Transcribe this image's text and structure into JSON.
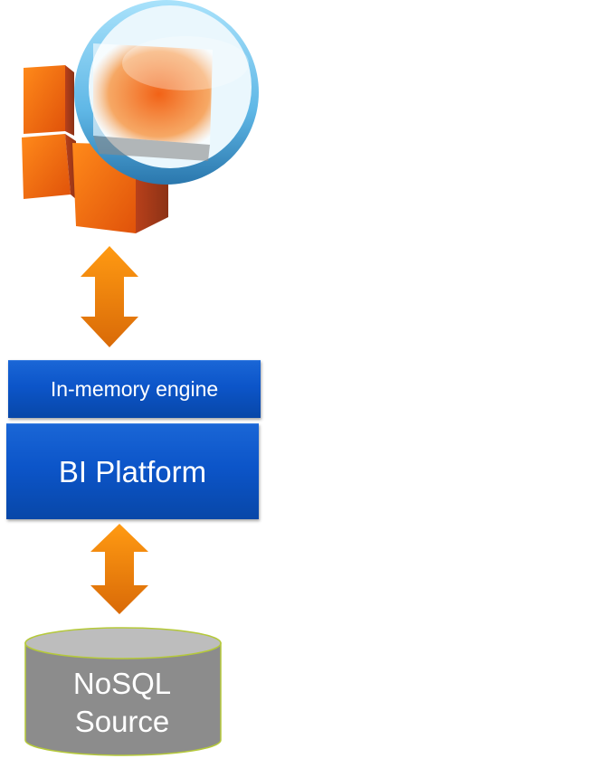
{
  "diagram": {
    "title": "BI architecture with in-memory engine over NoSQL source",
    "nodes": [
      {
        "id": "analytics-logo",
        "label": "",
        "icon": "cubes-magnifier-logo"
      },
      {
        "id": "in-memory-engine",
        "label": "In-memory engine"
      },
      {
        "id": "bi-platform",
        "label": "BI Platform"
      },
      {
        "id": "nosql-source",
        "label_lines": [
          "NoSQL",
          "Source"
        ],
        "shape": "database-cylinder"
      }
    ],
    "edges": [
      {
        "from": "analytics-logo",
        "to": "in-memory-engine",
        "type": "bidirectional-arrow"
      },
      {
        "from": "bi-platform",
        "to": "nosql-source",
        "type": "bidirectional-arrow"
      }
    ]
  },
  "colors": {
    "arrow": "#f28a0f",
    "box": "#0c55c9",
    "database_body": "#8c8c8c",
    "database_top": "#bdbdbd",
    "database_outline": "#b5c93a",
    "lens": "#7fd0f5",
    "cube": "#f2660f"
  }
}
